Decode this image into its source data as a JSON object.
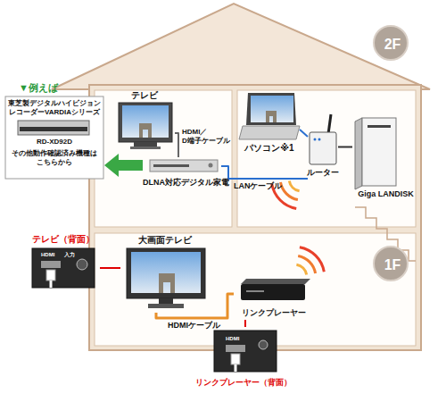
{
  "diagram": {
    "nodes": [
      {
        "text": [
          "2F"
        ]
      },
      {
        "text": [
          "テレビ"
        ]
      },
      {
        "text": [
          "▼例えば",
          "東芝製デジタルハイビジョン レコーダーVARDIAシリーズ",
          "RD-XD92D",
          "その他動作確認済み機種は こちらから"
        ]
      },
      {
        "text": [
          "DLNA対応デジタル家電"
        ]
      },
      {
        "text": [
          "パソコン※1"
        ]
      },
      {
        "text": [
          "ルーター"
        ]
      },
      {
        "text": [
          "Giga LANDISK"
        ]
      },
      {
        "text": [
          "1F"
        ]
      },
      {
        "text": [
          "テレビ（背面）"
        ]
      },
      {
        "text": [
          "大画面テレビ"
        ]
      },
      {
        "text": [
          "リンクプレーヤー"
        ]
      },
      {
        "text": [
          "リンクプレーヤー（背面）"
        ]
      }
    ],
    "edges": [
      {
        "from": 1,
        "to": 3,
        "arrow": "none",
        "label": "HDMI／ D端子ケーブル"
      },
      {
        "from": 3,
        "to": 2,
        "arrow": "to"
      },
      {
        "from": 3,
        "to": 5,
        "arrow": "none",
        "label": "LANケーブル"
      },
      {
        "from": 4,
        "to": 5,
        "arrow": "none"
      },
      {
        "from": 5,
        "to": 6,
        "arrow": "none"
      },
      {
        "from": 9,
        "to": 10,
        "arrow": "none",
        "label": "HDMIケーブル"
      },
      {
        "from": 8,
        "to": 9,
        "arrow": "none"
      },
      {
        "from": 11,
        "to": 10,
        "arrow": "none"
      }
    ],
    "labels": [
      "HDMI",
      "入力",
      "HDMI"
    ]
  }
}
